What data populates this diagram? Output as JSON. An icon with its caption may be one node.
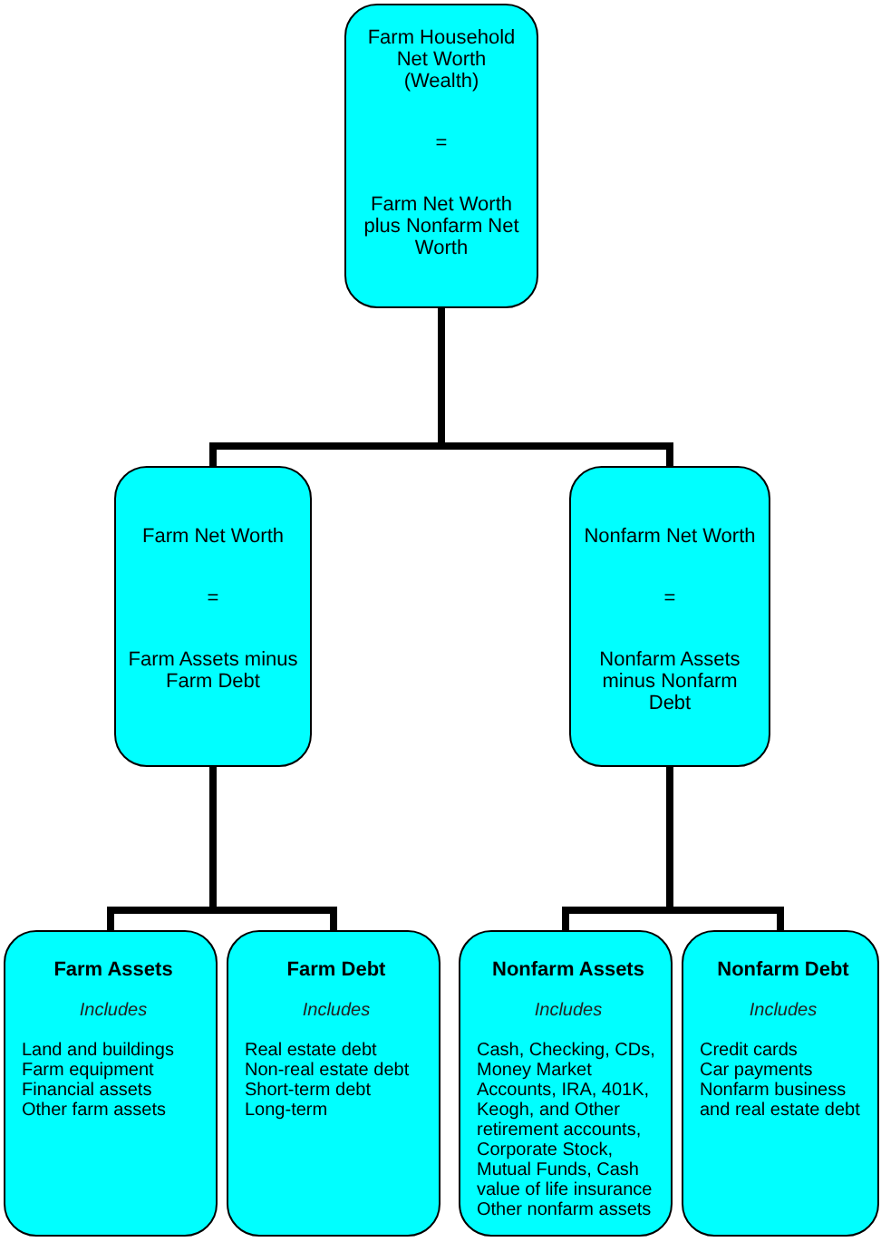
{
  "diagram": {
    "nodes": [
      {
        "text": [
          "Farm Household Net Worth (Wealth)",
          "=",
          "Farm Net Worth plus Nonfarm Net Worth"
        ]
      },
      {
        "text": [
          "Farm Net Worth",
          "=",
          "Farm Assets minus Farm Debt"
        ]
      },
      {
        "text": [
          "Nonfarm Net Worth",
          "=",
          "Nonfarm Assets minus Nonfarm Debt"
        ]
      },
      {
        "text": [
          "Farm Assets",
          "Includes",
          "Land and buildings",
          "Farm equipment",
          "Financial assets",
          "Other farm assets"
        ]
      },
      {
        "text": [
          "Farm Debt",
          "Includes",
          "Real estate debt",
          "Non-real estate debt",
          "Short-term debt",
          "Long-term"
        ]
      },
      {
        "text": [
          "Nonfarm Assets",
          "Includes",
          "Cash, Checking, CDs, Money Market Accounts, IRA, 401K, Keogh, and Other retirement accounts, Corporate Stock, Mutual Funds, Cash value of life insurance",
          "Other nonfarm assets"
        ]
      },
      {
        "text": [
          "Nonfarm Debt",
          "Includes",
          "Credit cards",
          "Car payments",
          "Nonfarm business and real estate debt"
        ]
      }
    ],
    "edges": [
      {
        "from": 0,
        "to": 1,
        "arrow": "none"
      },
      {
        "from": 0,
        "to": 2,
        "arrow": "none"
      },
      {
        "from": 1,
        "to": 3,
        "arrow": "none"
      },
      {
        "from": 1,
        "to": 4,
        "arrow": "none"
      },
      {
        "from": 2,
        "to": 5,
        "arrow": "none"
      },
      {
        "from": 2,
        "to": 6,
        "arrow": "none"
      }
    ]
  }
}
